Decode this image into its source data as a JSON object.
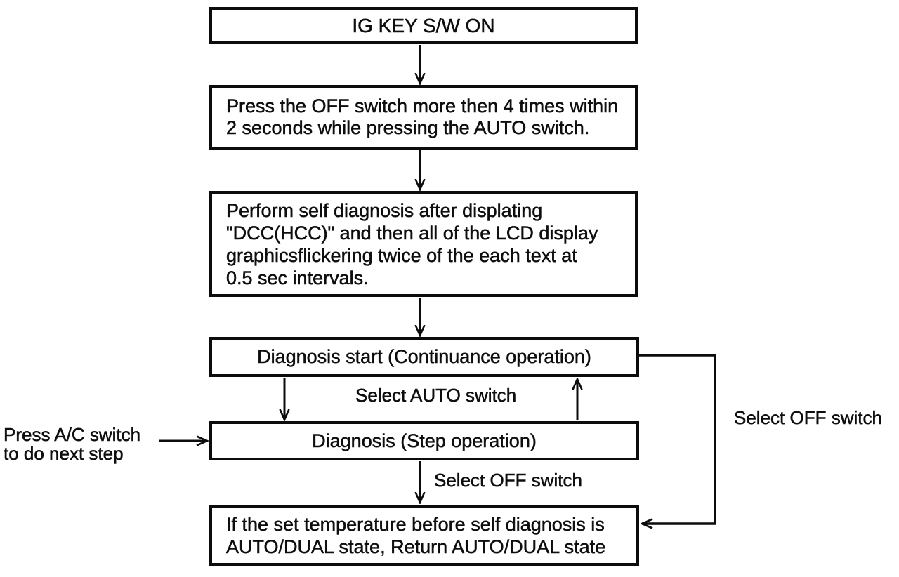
{
  "diagram": {
    "type": "flowchart",
    "subject": "self-diagnosis-procedure",
    "colors": {
      "ink": "#0c0c0c",
      "background": "#ffffff"
    },
    "nodes": [
      {
        "id": "ig-key-on",
        "label": "IG KEY S/W ON"
      },
      {
        "id": "press-off-switch",
        "lines": [
          "Press the OFF switch more then 4 times within",
          "2 seconds while pressing the AUTO switch."
        ]
      },
      {
        "id": "perform-self-diagnosis",
        "lines": [
          "Perform self diagnosis after displating",
          "\"DCC(HCC)\" and then all of the LCD display",
          "graphicsflickering twice of the each text at",
          "0.5 sec intervals."
        ]
      },
      {
        "id": "diagnosis-start",
        "label": "Diagnosis start (Continuance operation)"
      },
      {
        "id": "diagnosis-step",
        "label": "Diagnosis (Step operation)"
      },
      {
        "id": "return-auto-dual",
        "lines": [
          "If the set temperature before self diagnosis is",
          "AUTO/DUAL state, Return AUTO/DUAL state"
        ]
      }
    ],
    "edge_labels": {
      "select_auto": "Select AUTO switch",
      "select_off_down": "Select OFF switch",
      "select_off_loop": "Select OFF switch"
    },
    "side_note": {
      "line1": "Press A/C switch",
      "line2": "to do next step"
    }
  }
}
